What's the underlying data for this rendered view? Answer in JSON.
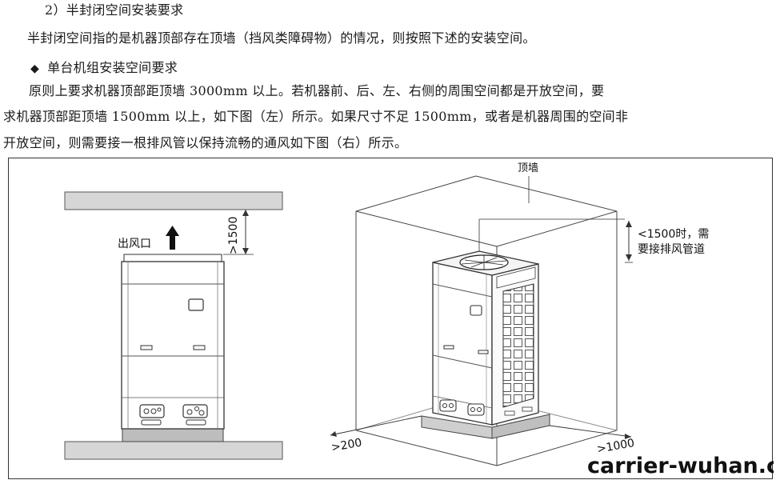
{
  "doc": {
    "section_heading": "2）半封闭空间安装要求",
    "intro": "半封闭空间指的是机器顶部存在顶墙（挡风类障碍物）的情况，则按照下述的安装空间。",
    "bullet_symbol": "◆",
    "subheading": "单台机组安装空间要求",
    "para_line1": "原则上要求机器顶部距顶墙 3000mm 以上。若机器前、后、左、右侧的周围空间都是开放空间，要",
    "para_line2": "求机器顶部距顶墙 1500mm 以上，如下图（左）所示。如果尺寸不足 1500mm，或者是机器周围的空间非",
    "para_line3": "开放空间，则需要接一根排风管以保持流畅的通风如下图（右）所示。"
  },
  "figure": {
    "left": {
      "air_outlet_label": "出风口",
      "clearance_label": ">1500"
    },
    "right": {
      "ceiling_label": "顶墙",
      "note_line1": "<1500时，需",
      "note_line2": "要接排风管道",
      "side_clearance_label": ">200",
      "front_clearance_label": ">1000"
    },
    "watermark": "carrier-wuhan.com"
  }
}
